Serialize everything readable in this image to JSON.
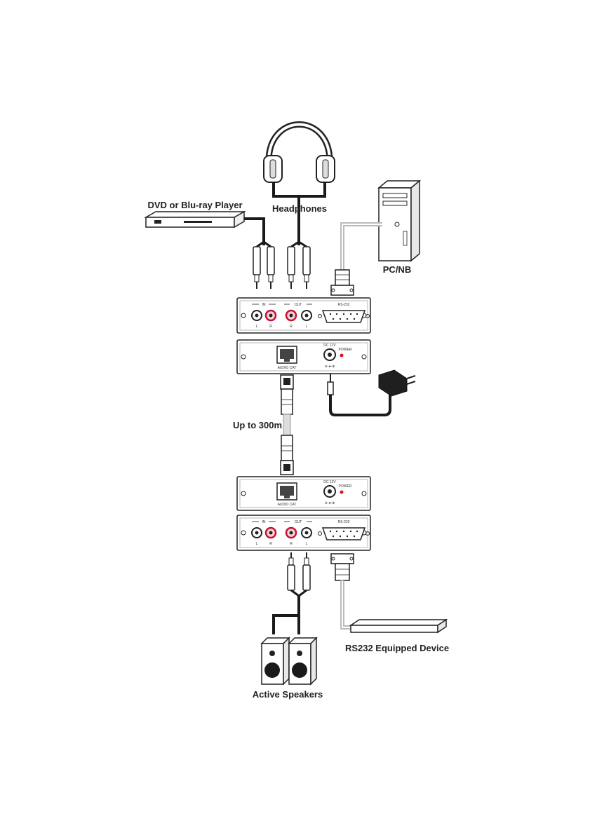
{
  "labels": {
    "dvd": "DVD or Blu-ray Player",
    "headphones": "Headphones",
    "pc": "PC/NB",
    "distance": "Up to 300m",
    "rs232_device": "RS232 Equipped Device",
    "speakers": "Active Speakers"
  },
  "panel_text": {
    "in": "IN",
    "out": "OUT",
    "l": "L",
    "r": "R",
    "rs232": "RS-232",
    "audio_cat": "AUDIO CAT",
    "dc": "DC 12V",
    "power": "POWER"
  },
  "colors": {
    "cable": "#1a1a1a",
    "serial_cable": "#bbbbbb",
    "cat_cable": "#d9d9d9",
    "jack_red": "#c8102e",
    "power_led": "#e01020"
  }
}
